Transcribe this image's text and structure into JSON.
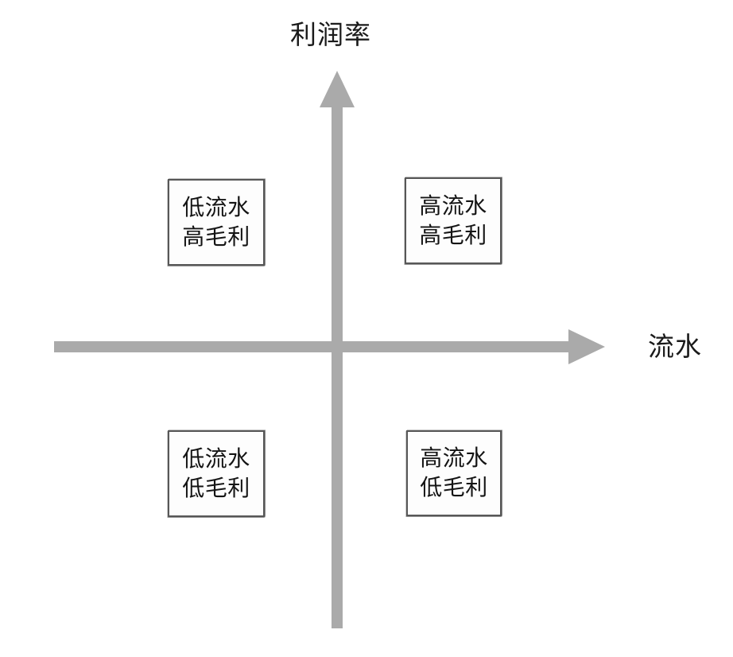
{
  "diagram": {
    "type": "2x2-quadrant-matrix",
    "background_color": "#ffffff",
    "axis_color": "#aaaaaa",
    "text_color": "#141414",
    "box_border_color": "#575757",
    "box_fill_color": "#fdfdfd"
  },
  "axes": {
    "vertical": {
      "label": "利润率",
      "direction": "up",
      "arrow_icon": "arrow-up-icon"
    },
    "horizontal": {
      "label": "流水",
      "direction": "right",
      "arrow_icon": "arrow-right-icon"
    }
  },
  "quadrants": [
    {
      "position": "top-left",
      "line1": "低流水",
      "line2": "高毛利"
    },
    {
      "position": "top-right",
      "line1": "高流水",
      "line2": "高毛利"
    },
    {
      "position": "bottom-left",
      "line1": "低流水",
      "line2": "低毛利"
    },
    {
      "position": "bottom-right",
      "line1": "高流水",
      "line2": "低毛利"
    }
  ]
}
